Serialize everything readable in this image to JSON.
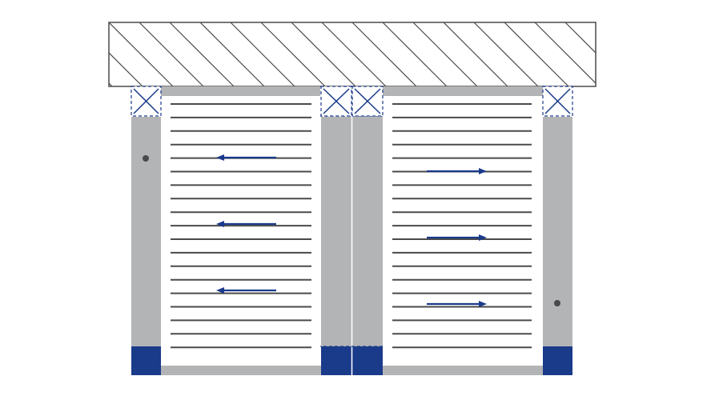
{
  "diagram": {
    "description_visible_text": [],
    "colors": {
      "outline": "#4a4a4a",
      "hatch": "#4a4a4a",
      "post": "#b3b4b6",
      "rail": "#b3b4b6",
      "slat": "#4a4a4a",
      "accent": "#1a3a8a",
      "dot": "#4a4a4a",
      "background": "#ffffff"
    },
    "left_door": {
      "direction": "left",
      "arrow_count": 3
    },
    "right_door": {
      "direction": "right",
      "arrow_count": 3
    },
    "slat_count": 19
  }
}
